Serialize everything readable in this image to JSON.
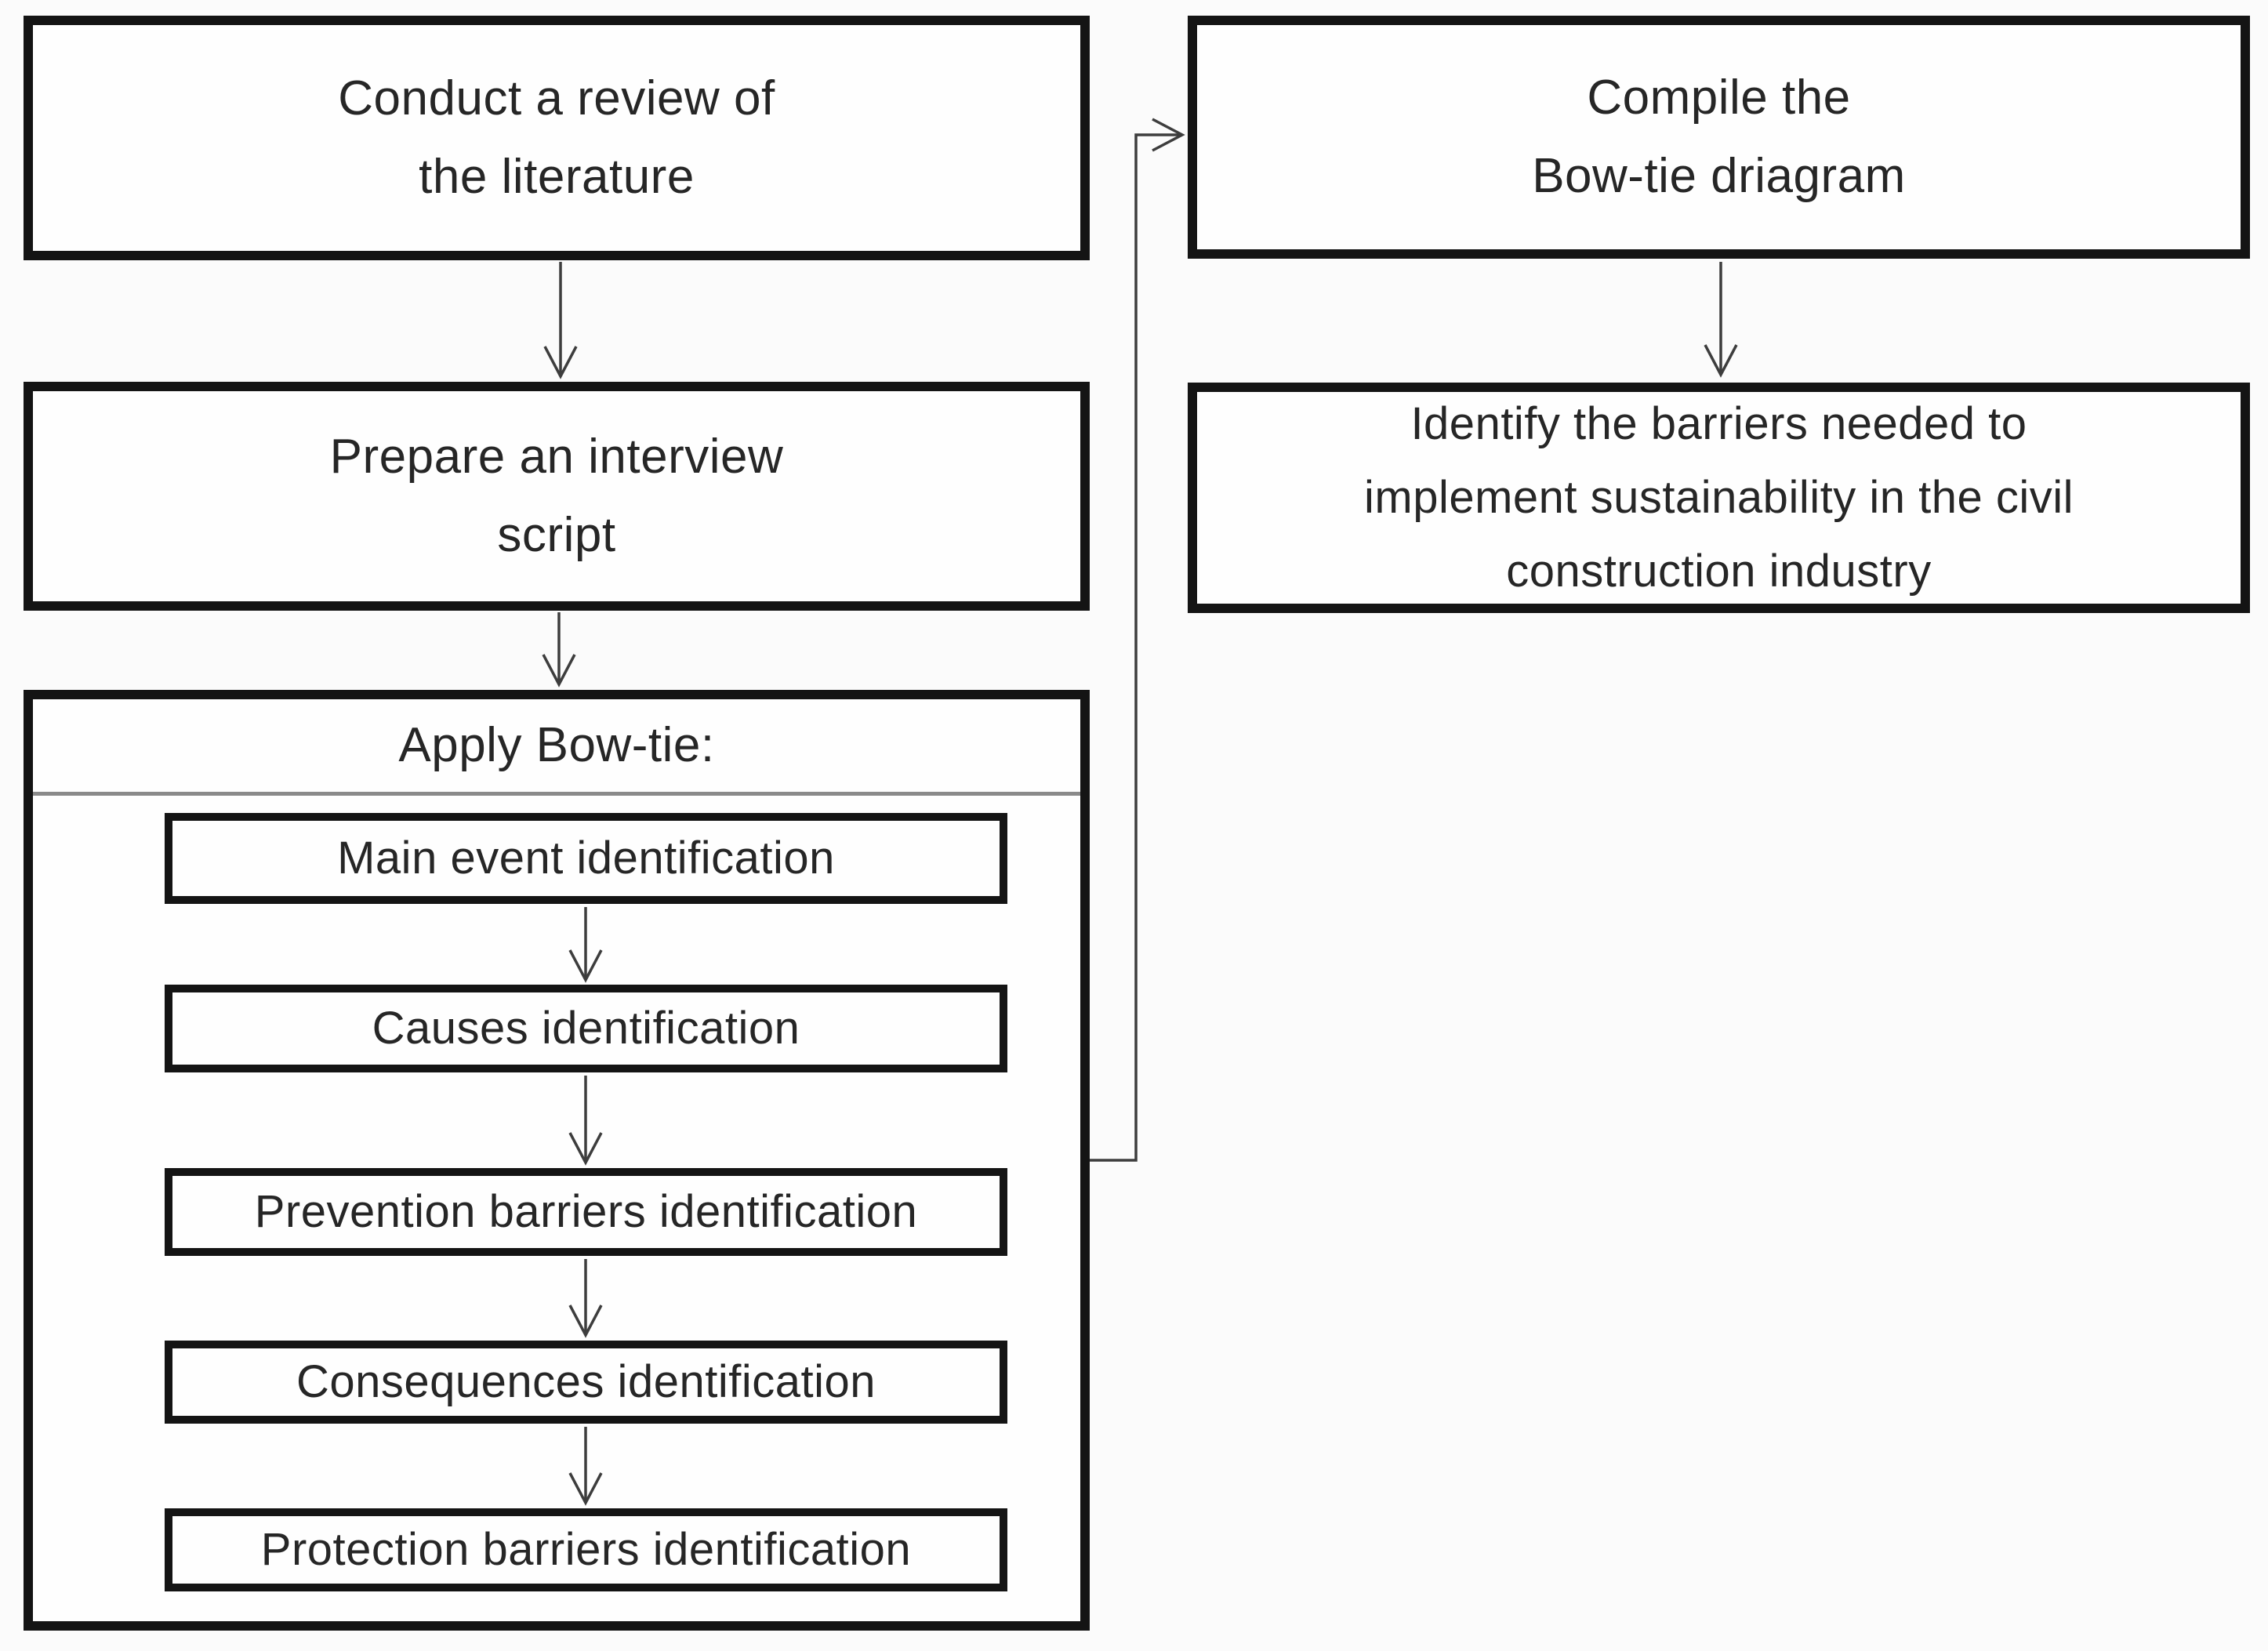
{
  "diagram": {
    "type": "flowchart",
    "colors": {
      "background": "#fbfbfb",
      "box_fill": "#fefefe",
      "border": "#141414",
      "edge_line": "#3d3d3d",
      "divider": "#8a8a8a",
      "text": "#262626"
    },
    "nodes": {
      "literature_review": {
        "label": "Conduct a review of\nthe literature"
      },
      "interview_script": {
        "label": "Prepare an interview\nscript"
      },
      "apply_bowtie_header": {
        "label": "Apply Bow-tie:"
      },
      "main_event": {
        "label": "Main event identification"
      },
      "causes": {
        "label": "Causes identification"
      },
      "prevention": {
        "label": "Prevention barriers identification"
      },
      "consequences": {
        "label": "Consequences identification"
      },
      "protection": {
        "label": "Protection barriers identification"
      },
      "compile_bowtie": {
        "label": "Compile the\nBow-tie driagram"
      },
      "identify_barriers": {
        "label": "Identify the barriers needed to\nimplement sustainability in the civil\nconstruction industry"
      }
    },
    "edges": [
      {
        "from": "literature_review",
        "to": "interview_script",
        "style": "straight-down"
      },
      {
        "from": "interview_script",
        "to": "apply_bowtie_group",
        "style": "straight-down"
      },
      {
        "from": "main_event",
        "to": "causes",
        "style": "straight-down"
      },
      {
        "from": "causes",
        "to": "prevention",
        "style": "straight-down"
      },
      {
        "from": "prevention",
        "to": "consequences",
        "style": "straight-down"
      },
      {
        "from": "consequences",
        "to": "protection",
        "style": "straight-down"
      },
      {
        "from": "apply_bowtie_group",
        "to": "compile_bowtie",
        "style": "elbow-right-up-right"
      },
      {
        "from": "compile_bowtie",
        "to": "identify_barriers",
        "style": "straight-down"
      }
    ]
  }
}
